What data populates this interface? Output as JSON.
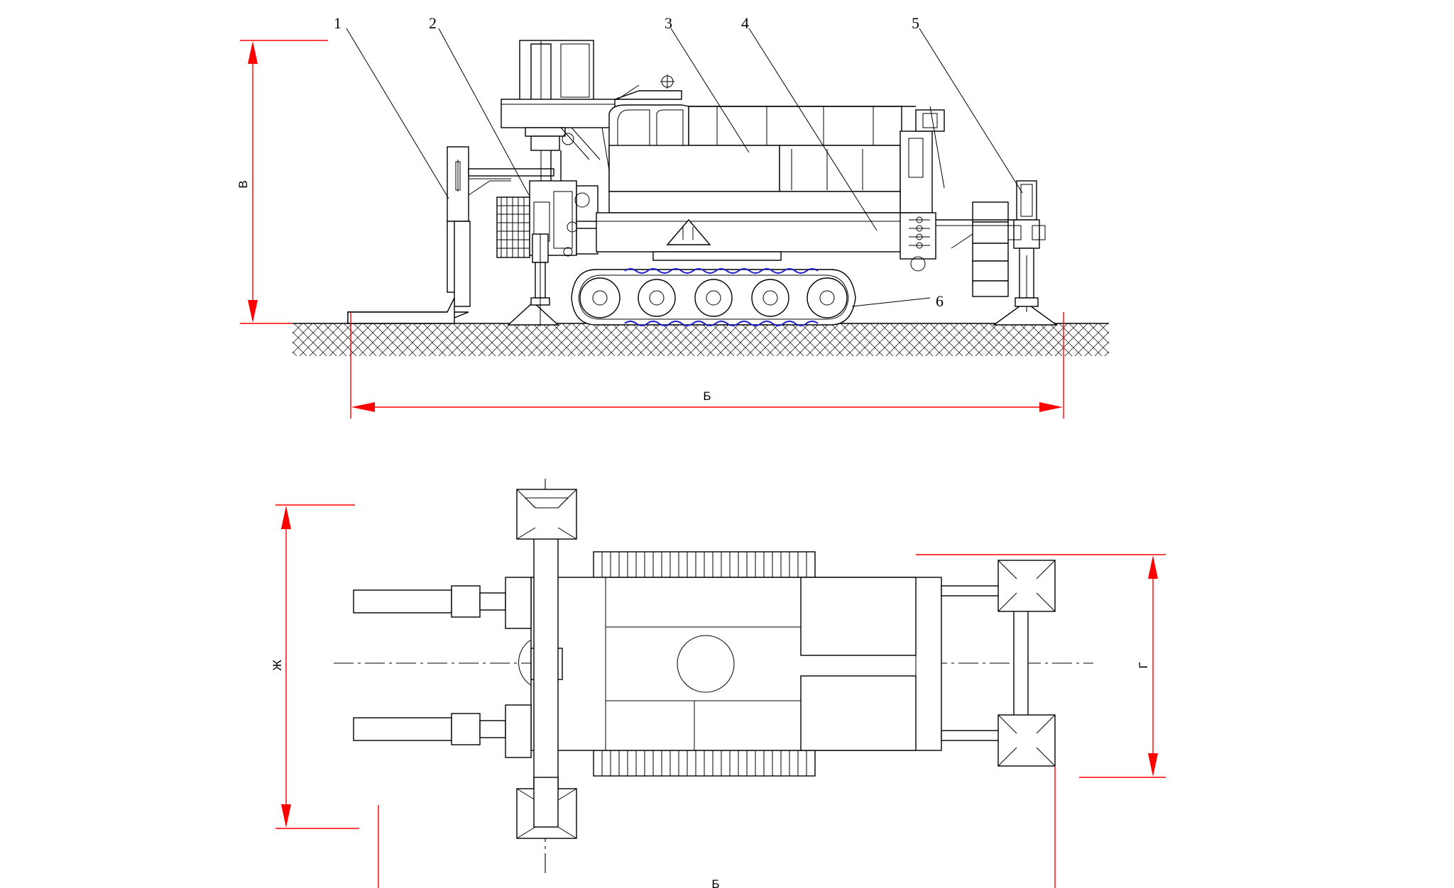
{
  "callouts": [
    "1",
    "2",
    "3",
    "4",
    "5",
    "6"
  ],
  "dimensions": {
    "side_height": "В",
    "side_length": "Б",
    "plan_width_total": "Ж",
    "plan_width_track": "Г",
    "plan_length": "Б"
  },
  "colors": {
    "line": "#000000",
    "dimension": "#ff0000",
    "track_chain": "#1a1acc",
    "background": "#ffffff"
  }
}
